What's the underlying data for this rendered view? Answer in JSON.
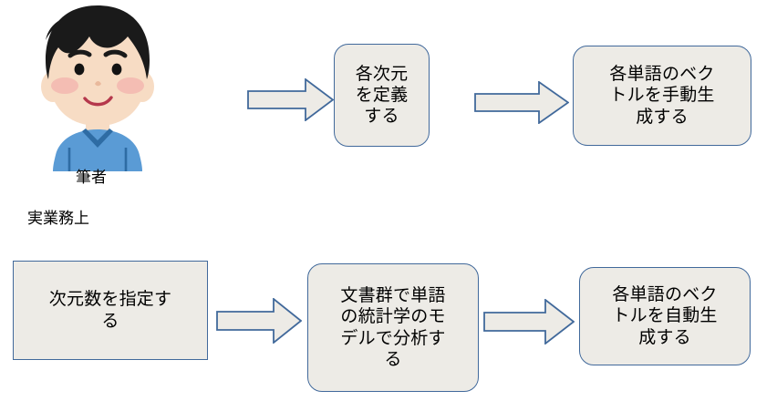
{
  "diagram": {
    "title": "word vector generation flow comparison",
    "colors": {
      "node_fill": "#EDEBE6",
      "node_border": "#41699B",
      "arrow_fill": "#EDEBE6",
      "arrow_border": "#41699B",
      "text": "#000000",
      "background": "#FFFFFF",
      "shirt": "#5A9BD5",
      "shirt_dark": "#2E6CA4",
      "skin": "#F7DCC4",
      "hair": "#1A1A1A",
      "cheek": "#F2B1AC",
      "mouth": "#B5384C"
    },
    "captions": [
      {
        "id": "author",
        "text": "筆者",
        "size": 17
      },
      {
        "id": "real-work",
        "text": "実業務上",
        "size": 17
      }
    ],
    "rows": [
      {
        "id": "manual-row",
        "nodes": [
          {
            "id": "define-dimensions",
            "text": "各次元\nを定義\nする",
            "shape": "rounded",
            "size": 19
          },
          {
            "id": "manual-vector",
            "text": "各単語のベク\nトルを手動生\n成する",
            "shape": "rounded",
            "size": 19
          }
        ],
        "arrows": [
          {
            "id": "arrow-author-to-define"
          },
          {
            "id": "arrow-define-to-manual"
          }
        ]
      },
      {
        "id": "automatic-row",
        "nodes": [
          {
            "id": "specify-dimension-count",
            "text": "次元数を指定す\nる",
            "shape": "sharp",
            "size": 19
          },
          {
            "id": "statistical-model-analysis",
            "text": "文書群で単語\nの統計学のモ\nデルで分析す\nる",
            "shape": "rounded",
            "size": 19
          },
          {
            "id": "auto-vector",
            "text": "各単語のベク\nトルを自動生\n成する",
            "shape": "rounded",
            "size": 19
          }
        ],
        "arrows": [
          {
            "id": "arrow-specify-to-model"
          },
          {
            "id": "arrow-model-to-auto"
          }
        ]
      }
    ],
    "illustration": {
      "id": "author-avatar",
      "description": "smiling male person illustration"
    }
  }
}
